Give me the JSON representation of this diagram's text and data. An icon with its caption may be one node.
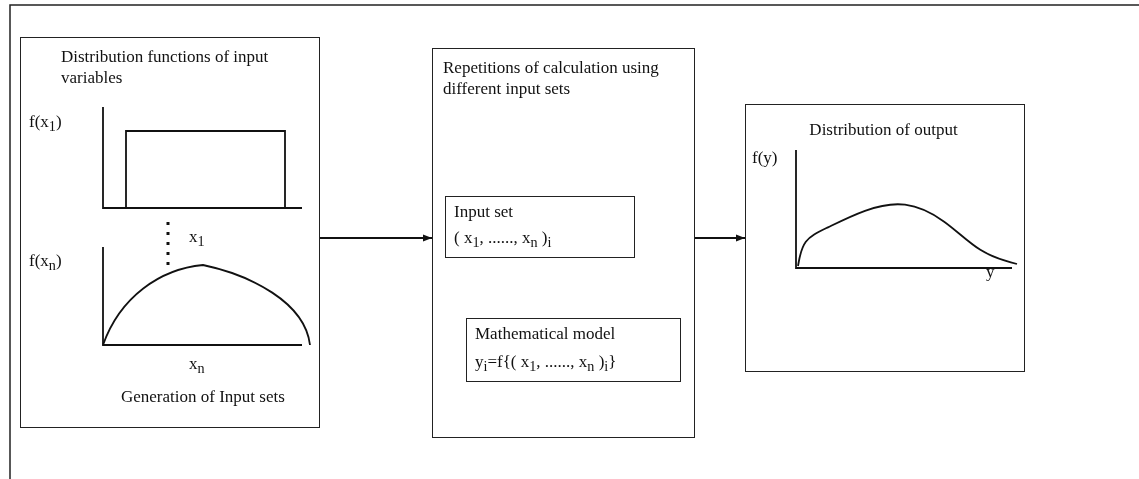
{
  "diagram": {
    "nodes": [
      {
        "text": [
          "Distribution functions of input variables",
          "Generation of Input sets"
        ]
      },
      {
        "text": [
          "Repetitions of calculation using different input sets"
        ]
      },
      {
        "text": [
          "Input set",
          "( x$_{1}$, ......, x$_{n}$ )$_{i}$"
        ],
        "in": 1
      },
      {
        "text": [
          "Mathematical model",
          "y$_{i}$=f{( x$_{1}$, ......, x$_{n}$ )$_{i}$}"
        ],
        "in": 1
      },
      {
        "text": [
          "Distribution of output"
        ]
      }
    ],
    "edges": [
      {
        "from": 0,
        "to": 1,
        "arrow": "to"
      },
      {
        "from": 1,
        "to": 4,
        "arrow": "to"
      }
    ],
    "labels": [
      "f(x$_{1}$)",
      "x$_{1}$",
      "f(x$_{n}$)",
      "x$_{n}$",
      "f(y)",
      "y"
    ]
  }
}
